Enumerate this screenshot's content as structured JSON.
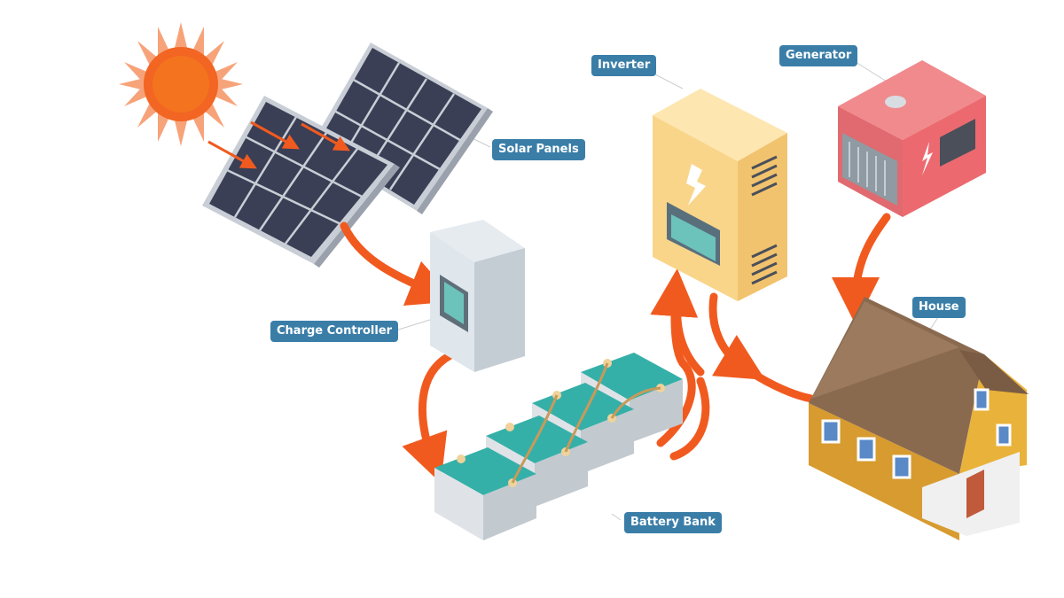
{
  "labels": {
    "solar_panels": "Solar Panels",
    "charge_controller": "Charge Controller",
    "battery_bank": "Battery Bank",
    "inverter": "Inverter",
    "generator": "Generator",
    "house": "House"
  },
  "colors": {
    "label_bg": "#3a7ea8",
    "flow": "#f15a1f",
    "sun": "#f26522",
    "panel": "#3a3f55",
    "battery_top": "#35b0a8",
    "inverter": "#f9d58a",
    "generator": "#ec6a6f",
    "house_wall": "#e9b23a",
    "roof": "#8a6a4f"
  }
}
